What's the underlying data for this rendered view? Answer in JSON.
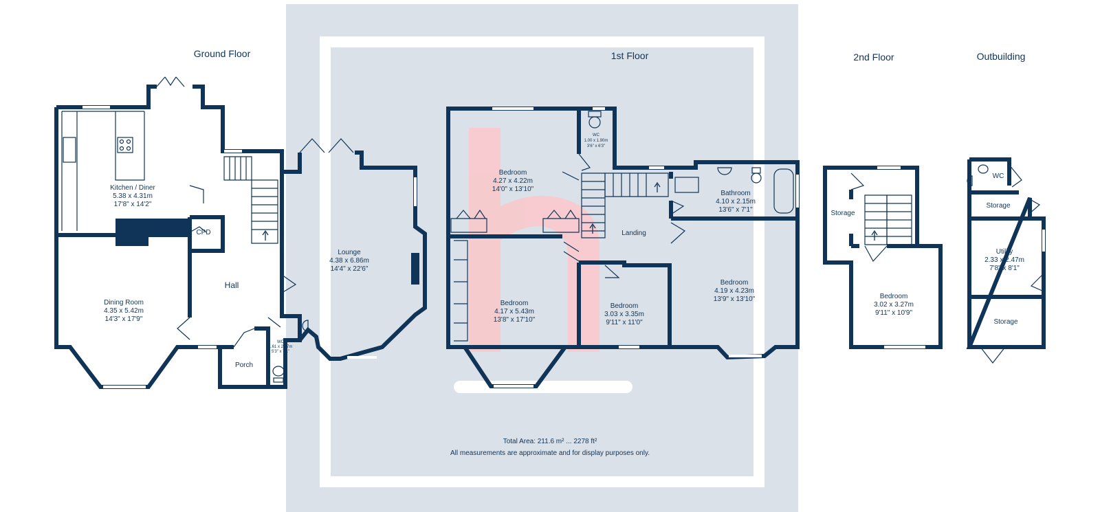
{
  "floors": [
    {
      "name": "Ground Floor",
      "rooms": [
        {
          "name": "Kitchen / Diner",
          "metric": "5.38 x 4.31m",
          "imperial": "17'8\" x 14'2\""
        },
        {
          "name": "CPD"
        },
        {
          "name": "Dining Room",
          "metric": "4.35 x 5.42m",
          "imperial": "14'3\" x 17'9\""
        },
        {
          "name": "Hall"
        },
        {
          "name": "Lounge",
          "metric": "4.38 x 6.86m",
          "imperial": "14'4\" x 22'6\""
        },
        {
          "name": "WC",
          "metric": "1.61 x 2.17m",
          "imperial": "5'3\" x 7'1\""
        },
        {
          "name": "Porch"
        }
      ]
    },
    {
      "name": "1st Floor",
      "rooms": [
        {
          "name": "Bedroom",
          "metric": "4.27 x 4.22m",
          "imperial": "14'0\" x 13'10\""
        },
        {
          "name": "WC",
          "metric": "1.00 x 1.90m",
          "imperial": "3'6\" x 6'3\""
        },
        {
          "name": "Bathroom",
          "metric": "4.10 x 2.15m",
          "imperial": "13'6\" x 7'1\""
        },
        {
          "name": "Landing"
        },
        {
          "name": "Bedroom",
          "metric": "4.17 x 5.43m",
          "imperial": "13'8\" x 17'10\""
        },
        {
          "name": "Bedroom",
          "metric": "3.03 x 3.35m",
          "imperial": "9'11\" x 11'0\""
        },
        {
          "name": "Bedroom",
          "metric": "4.19 x 4.23m",
          "imperial": "13'9\" x 13'10\""
        }
      ]
    },
    {
      "name": "2nd Floor",
      "rooms": [
        {
          "name": "Storage"
        },
        {
          "name": "Bedroom",
          "metric": "3.02 x 3.27m",
          "imperial": "9'11\" x 10'9\""
        }
      ]
    },
    {
      "name": "Outbuilding",
      "rooms": [
        {
          "name": "WC"
        },
        {
          "name": "Storage"
        },
        {
          "name": "Utility",
          "metric": "2.33 x 2.47m",
          "imperial": "7'8\" x 8'1\""
        },
        {
          "name": "Storage"
        }
      ]
    }
  ],
  "footer": {
    "total_area": "Total Area: 211.6 m² ... 2278 ft²",
    "disclaimer": "All measurements are approximate and for display purposes only."
  },
  "colors": {
    "wall": "#0f3457",
    "panel": "#dbe1e8",
    "frame": "#ffffff",
    "logo": "#f9c9cc"
  },
  "icons": [
    "logo-h-watermark",
    "stair-arrow-icon",
    "toilet-icon",
    "sink-icon",
    "hob-icon",
    "bath-icon",
    "shower-icon",
    "door-swing-icon"
  ]
}
